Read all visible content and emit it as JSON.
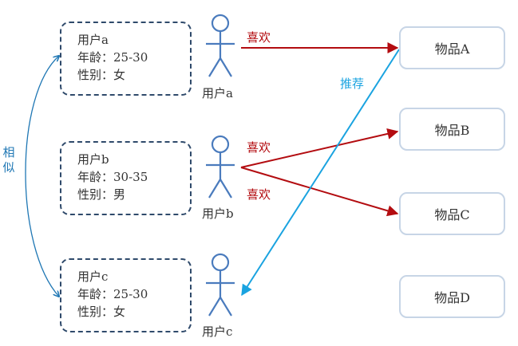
{
  "similar_label": "相似",
  "users": [
    {
      "id": "a",
      "name": "用户a",
      "age_label": "年龄：",
      "age": "25-30",
      "gender_label": "性别：",
      "gender": "女",
      "caption": "用户a"
    },
    {
      "id": "b",
      "name": "用户b",
      "age_label": "年龄：",
      "age": "30-35",
      "gender_label": "性别：",
      "gender": "男",
      "caption": "用户b"
    },
    {
      "id": "c",
      "name": "用户c",
      "age_label": "年龄：",
      "age": "25-30",
      "gender_label": "性别：",
      "gender": "女",
      "caption": "用户c"
    }
  ],
  "items": [
    "物品A",
    "物品B",
    "物品C",
    "物品D"
  ],
  "edges": [
    {
      "from": "用户a",
      "to": "物品A",
      "label": "喜欢",
      "color": "#b30c10"
    },
    {
      "from": "用户b",
      "to": "物品B",
      "label": "喜欢",
      "color": "#b30c10"
    },
    {
      "from": "用户b",
      "to": "物品C",
      "label": "喜欢",
      "color": "#b30c10"
    },
    {
      "from": "物品A",
      "to": "用户c",
      "label": "推荐",
      "color": "#1aa3e0"
    }
  ],
  "colors": {
    "box_border": "#2f4a6b",
    "item_border": "#c7d5e6",
    "stick_figure": "#4a7bbd",
    "similar_arc": "#1f77b4"
  }
}
